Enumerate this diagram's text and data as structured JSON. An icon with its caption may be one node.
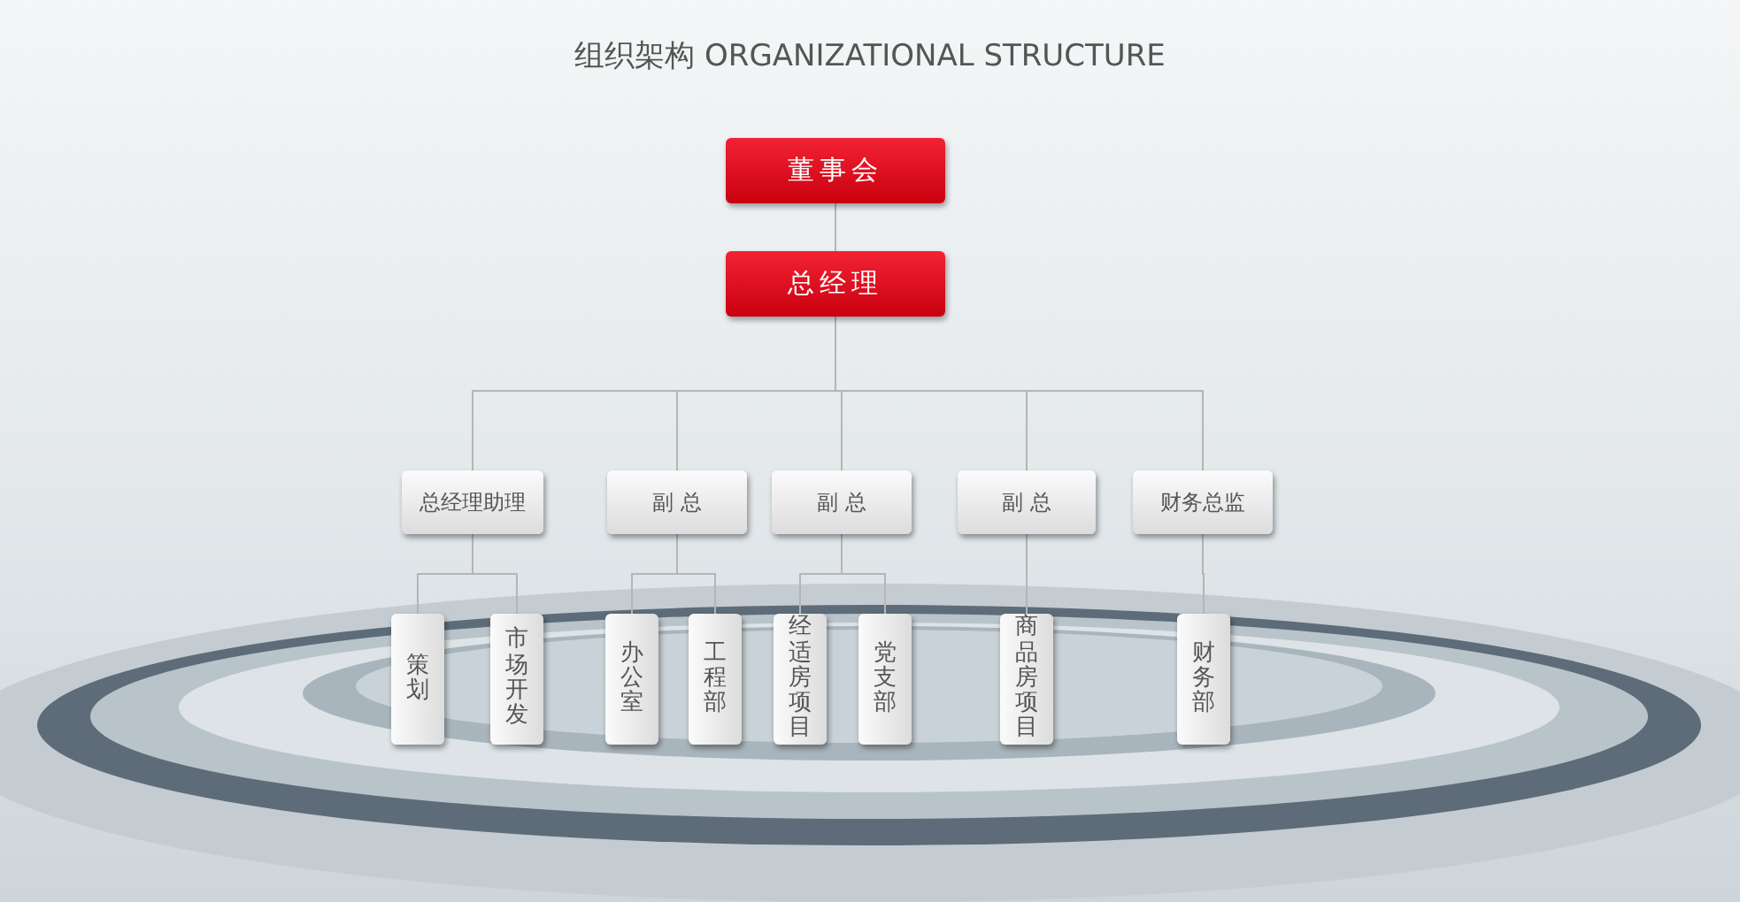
{
  "diagram": {
    "title": "组织架构 ORGANIZATIONAL STRUCTURE",
    "nodes": [
      {
        "text": [
          "董事会"
        ]
      },
      {
        "text": [
          "总经理"
        ]
      },
      {
        "text": [
          "总经理助理"
        ]
      },
      {
        "text": [
          "副 总"
        ]
      },
      {
        "text": [
          "副 总"
        ]
      },
      {
        "text": [
          "副 总"
        ]
      },
      {
        "text": [
          "财务总监"
        ]
      },
      {
        "text": [
          "策划"
        ]
      },
      {
        "text": [
          "市场开发"
        ]
      },
      {
        "text": [
          "办公室"
        ]
      },
      {
        "text": [
          "工程部"
        ]
      },
      {
        "text": [
          "经适房项目"
        ]
      },
      {
        "text": [
          "党支部"
        ]
      },
      {
        "text": [
          "商品房项目"
        ]
      },
      {
        "text": [
          "财务部"
        ]
      }
    ],
    "edges": [
      {
        "from": 0,
        "to": 1,
        "arrow": "none"
      },
      {
        "from": 1,
        "to": 2,
        "arrow": "none"
      },
      {
        "from": 1,
        "to": 3,
        "arrow": "none"
      },
      {
        "from": 1,
        "to": 4,
        "arrow": "none"
      },
      {
        "from": 1,
        "to": 5,
        "arrow": "none"
      },
      {
        "from": 1,
        "to": 6,
        "arrow": "none"
      },
      {
        "from": 2,
        "to": 7,
        "arrow": "none"
      },
      {
        "from": 2,
        "to": 8,
        "arrow": "none"
      },
      {
        "from": 3,
        "to": 9,
        "arrow": "none"
      },
      {
        "from": 3,
        "to": 10,
        "arrow": "none"
      },
      {
        "from": 4,
        "to": 11,
        "arrow": "none"
      },
      {
        "from": 4,
        "to": 12,
        "arrow": "none"
      },
      {
        "from": 5,
        "to": 13,
        "arrow": "none"
      },
      {
        "from": 6,
        "to": 14,
        "arrow": "none"
      }
    ]
  }
}
